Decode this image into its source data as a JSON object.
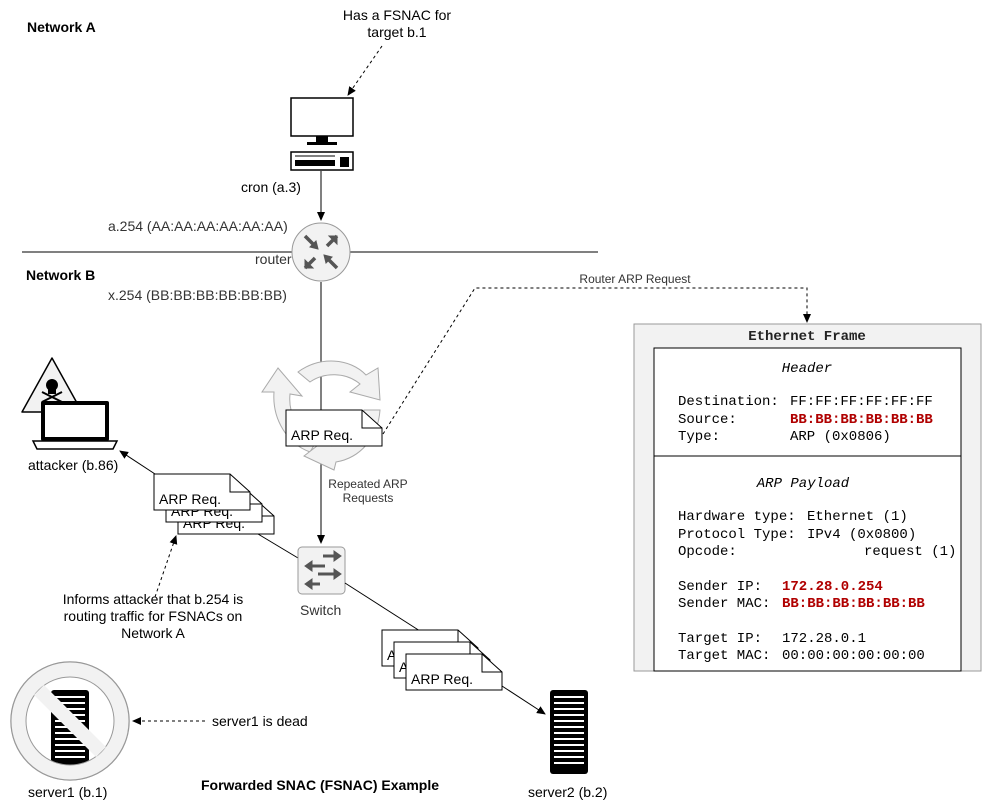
{
  "labels": {
    "network_a": "Network A",
    "network_b": "Network B",
    "fsnac_note_line1": "Has a FSNAC for",
    "fsnac_note_line2": "target b.1",
    "cron": "cron (a.3)",
    "a254": "a.254 (AA:AA:AA:AA:AA:AA)",
    "router": "router",
    "x254": "x.254 (BB:BB:BB:BB:BB:BB)",
    "router_arp_request": "Router ARP Request",
    "arp_req": "ARP Req.",
    "repeated_line1": "Repeated ARP",
    "repeated_line2": "Requests",
    "attacker": "attacker (b.86)",
    "switch": "Switch",
    "informs_line1": "Informs attacker that b.254 is",
    "informs_line2": "routing traffic for FSNACs on",
    "informs_line3": "Network A",
    "server1_dead": "server1 is dead",
    "server1": "server1 (b.1)",
    "server2": "server2 (b.2)",
    "caption": "Forwarded SNAC (FSNAC) Example"
  },
  "frame": {
    "title": "Ethernet Frame",
    "header_title": "Header",
    "header_rows": [
      {
        "key": "Destination:",
        "value": "FF:FF:FF:FF:FF:FF",
        "highlight": false
      },
      {
        "key": "Source:",
        "value": "BB:BB:BB:BB:BB:BB",
        "highlight": true
      },
      {
        "key": "Type:",
        "value": "ARP (0x0806)",
        "highlight": false
      }
    ],
    "payload_title": "ARP Payload",
    "payload_rows": [
      {
        "key": "Hardware type:",
        "value": "Ethernet (1)",
        "highlight": false
      },
      {
        "key": "Protocol Type:",
        "value": "IPv4 (0x0800)",
        "highlight": false
      },
      {
        "key": "Opcode:",
        "value": "request (1)",
        "highlight": false
      },
      {
        "key": "Sender IP:",
        "value": "172.28.0.254",
        "highlight": true
      },
      {
        "key": "Sender MAC:",
        "value": "BB:BB:BB:BB:BB:BB",
        "highlight": true
      },
      {
        "key": "Target IP:",
        "value": "172.28.0.1",
        "highlight": false
      },
      {
        "key": "Target MAC:",
        "value": "00:00:00:00:00:00",
        "highlight": false
      }
    ]
  },
  "colors": {
    "highlight": "#b00000",
    "frame_bg": "#f2f2f2",
    "icon_gray": "#555555"
  }
}
